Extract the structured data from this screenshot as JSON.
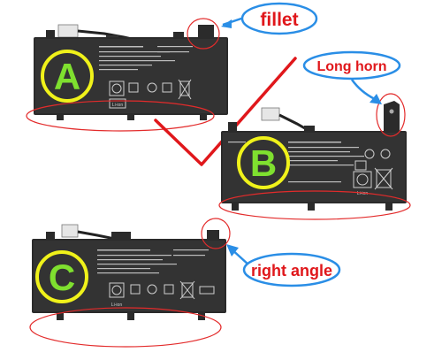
{
  "batteries": [
    {
      "letter": "A",
      "tag": "Li-ion"
    },
    {
      "letter": "B",
      "tag": "Li-ion"
    },
    {
      "letter": "C",
      "tag": "Li-ion"
    }
  ],
  "callouts": {
    "fillet": "fillet",
    "long_horn": "Long horn",
    "right_angle": "right angle"
  },
  "colors": {
    "label_text": "#e0171b",
    "bubble_border": "#2a8ee6",
    "letter_text": "#7fe02f",
    "ring": "#f0f21a",
    "highlight": "#e32b2b",
    "battery_body": "#2b2b2b"
  }
}
